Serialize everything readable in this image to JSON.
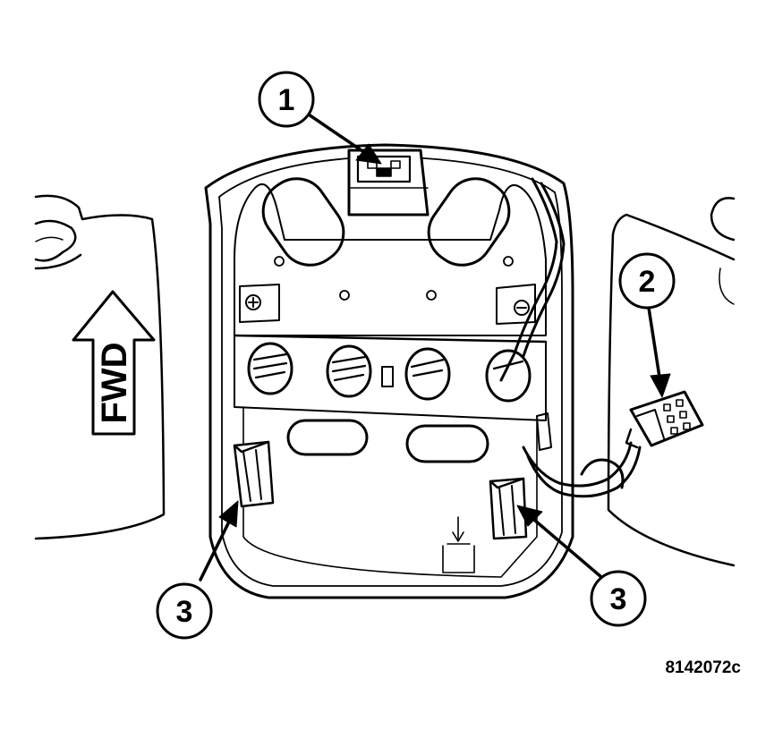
{
  "diagram": {
    "direction_label": "FWD",
    "figure_id": "8142072c",
    "callouts": [
      {
        "id": "1",
        "label": "1"
      },
      {
        "id": "2",
        "label": "2"
      },
      {
        "id": "3a",
        "label": "3"
      },
      {
        "id": "3b",
        "label": "3"
      }
    ],
    "colors": {
      "ink": "#000000",
      "paper": "#ffffff"
    }
  }
}
